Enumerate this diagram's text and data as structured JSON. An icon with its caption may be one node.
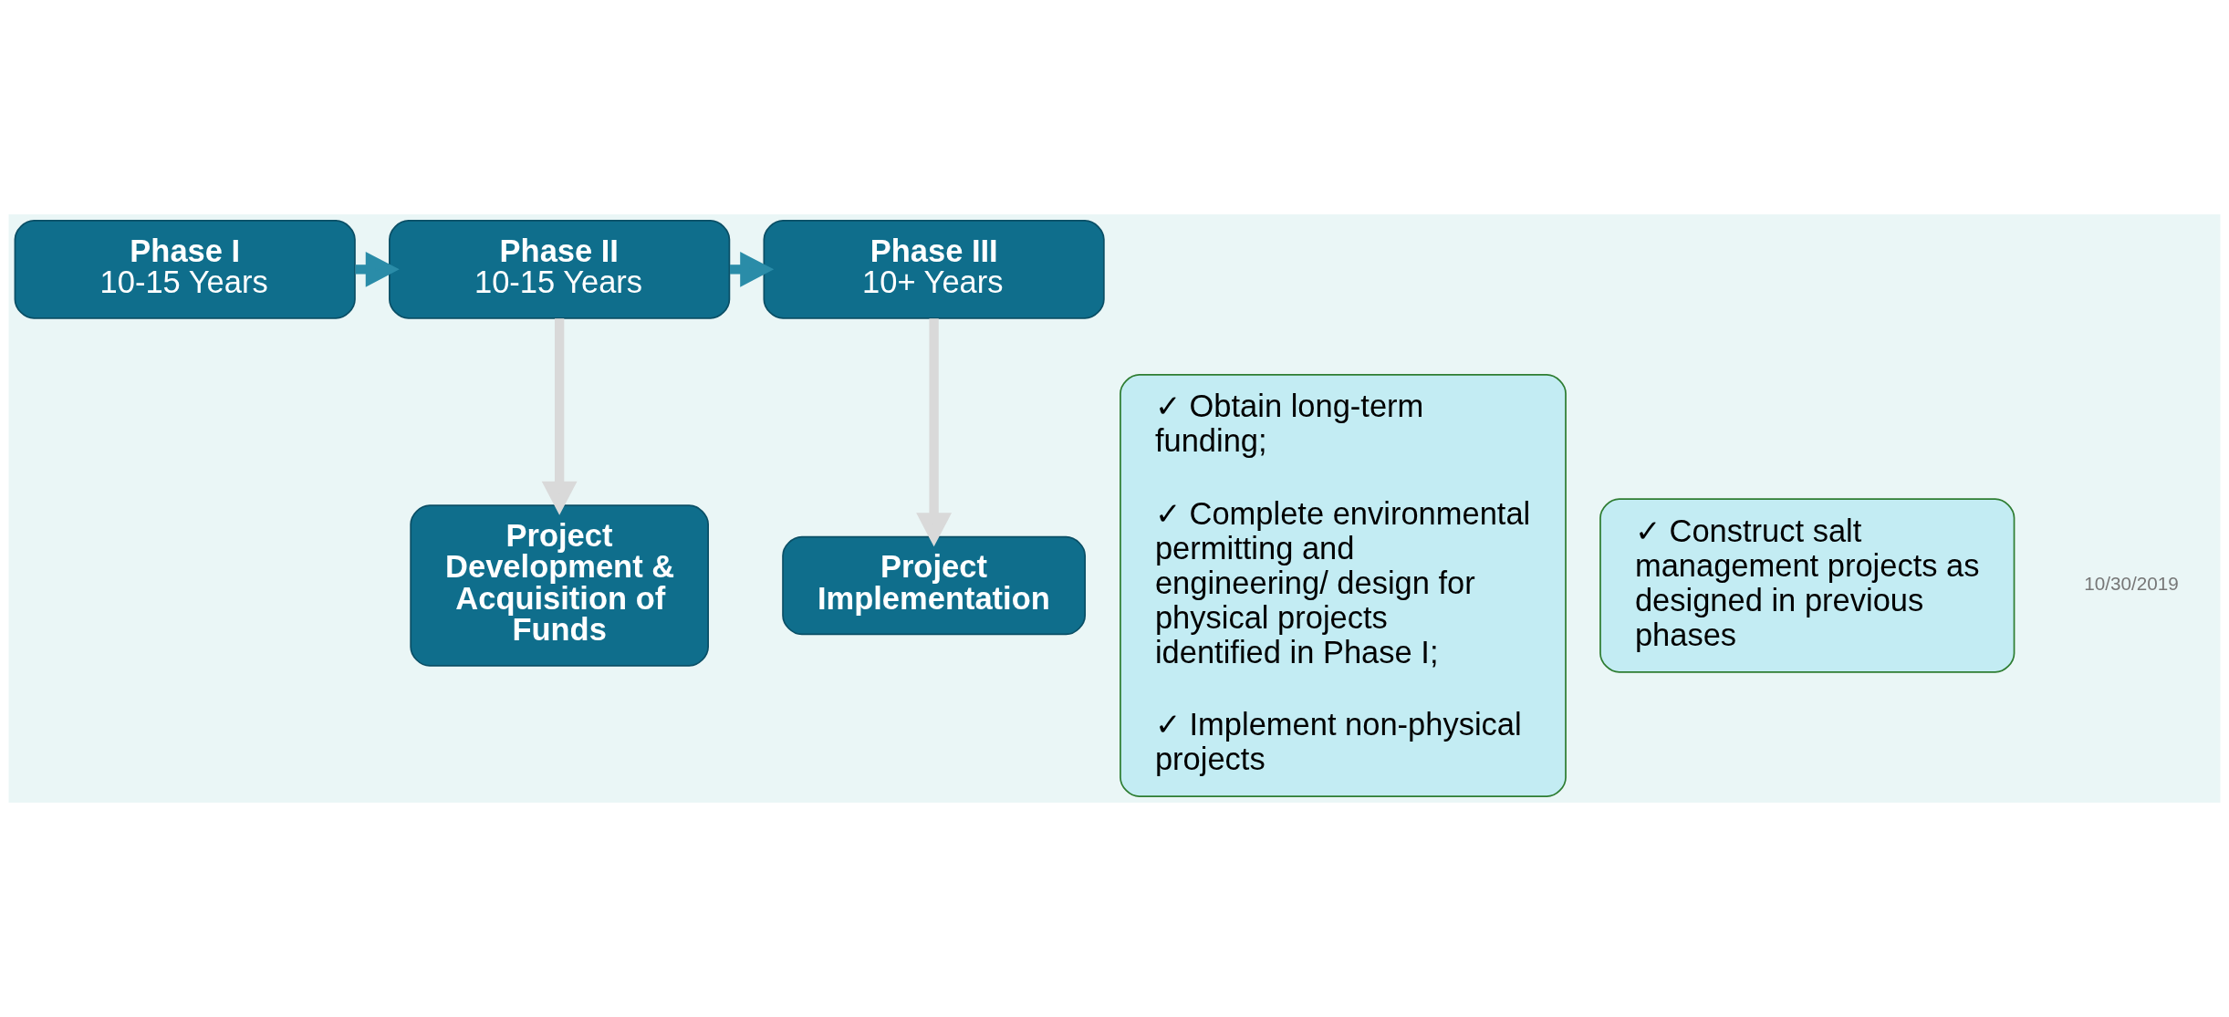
{
  "diagram": {
    "nodes": [
      {
        "text": [
          "Phase I",
          "10-15 Years"
        ]
      },
      {
        "text": [
          "Phase II",
          "10-15 Years"
        ]
      },
      {
        "text": [
          "Phase III",
          "10+ Years"
        ]
      },
      {
        "text": [
          "Project Development & Acquisition of Funds"
        ]
      },
      {
        "text": [
          "✓ Obtain long-term funding;",
          "✓ Complete environmental permitting and engineering/ design for physical projects identified in Phase I;",
          "✓ Implement non-physical projects"
        ]
      },
      {
        "text": [
          "Project Implementation"
        ]
      },
      {
        "text": [
          "✓ Construct salt management projects as designed in previous phases"
        ]
      }
    ],
    "edges": [
      {
        "from": 0,
        "to": 1,
        "arrow": "to"
      },
      {
        "from": 1,
        "to": 2,
        "arrow": "to"
      },
      {
        "from": 1,
        "to": 3,
        "arrow": "to",
        "color": "#d9d9d9"
      },
      {
        "from": 2,
        "to": 5,
        "arrow": "to",
        "color": "#d9d9d9"
      }
    ],
    "labels": [
      "10/30/2019"
    ]
  }
}
